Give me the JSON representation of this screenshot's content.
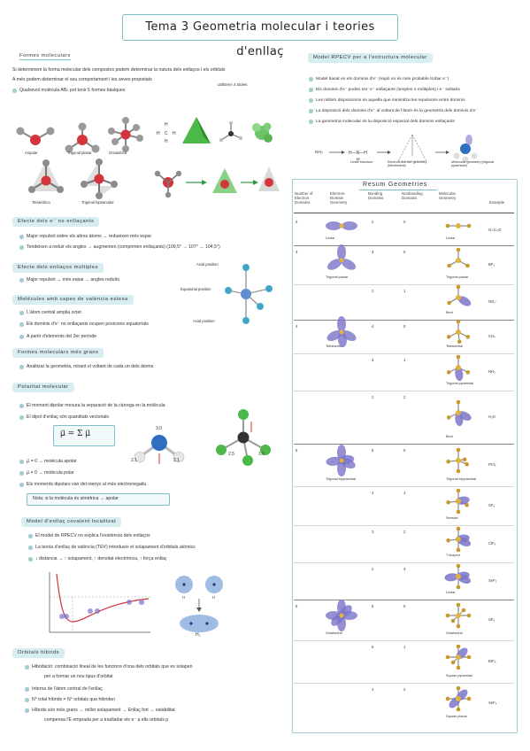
{
  "title": "Tema 3  Geometria molecular i teories d'enllaç",
  "colors": {
    "accent": "#7fbfc6",
    "header_bg": "#d7edf0",
    "highlight_blue": "#3a6fc0",
    "lobe_purple": "#7b74c9",
    "atom_red": "#d4343b",
    "atom_gray": "#8c8c8c"
  },
  "left": {
    "formes": {
      "header": "Formes moleculars",
      "lines": [
        "Si determinem la forma molecular dels compostos podem determinar la natura dels enllaços i els orbitals",
        "A més podem determinar el seu comportament i les seves propietats",
        "Qualsevol molècula ABₙ pot tenir 5 formes bàsiques"
      ],
      "side_note": "utilitzem 4 Boles",
      "labels": [
        "Angular",
        "Trigonal planar",
        "Octaèdrica",
        "Tetraèdrica",
        "Trigonal bipiramidal"
      ]
    },
    "efecte_e": {
      "header": "Efecte dels e⁻ no enllaçants",
      "lines": [
        "Major repulsió sobre els altres àtoms → redueixen més espai",
        "Tendeixen a reduir els angles → augmenten (comprimen enllaçants) (109,5° → 107° → 104,5°)"
      ]
    },
    "efecte_multiples": {
      "header": "Efecte dels enllaços múltiples",
      "lines": [
        "Major repulsió → més espai → angles reduïts"
      ],
      "fig_labels": [
        "Axial position",
        "Equatorial position",
        "Axial position"
      ]
    },
    "capes": {
      "header": "Molècules amb capes de valència estesa",
      "lines": [
        "L'àtom central amplia octet",
        "Els dominis d'e⁻ no enllaçants ocupen posicions equatorials",
        "A partir d'elements del 3er període"
      ]
    },
    "formes_mes": {
      "header": "Formes moleculars més grans",
      "lines": [
        "Analitzar la geometria, mirant el voltant de cada un dels àtoms"
      ]
    },
    "polaritat": {
      "header": "Polaritat molecular",
      "lines": [
        "El moment dipolar mesura la separació de la càrrega en la molècula",
        "El dipol d'enllaç són quantitats vectorials"
      ],
      "formula": "μ⃗ = Σ μ⃗",
      "values": [
        "3.0",
        "2.1",
        "2.1",
        "2.5",
        "3.0"
      ],
      "lines2": [
        "μ⃗ = 0 → molècula apolar",
        "μ⃗ ≠ 0 → molècula polar",
        "Els moments dipolars van del menys al més electronegatiu"
      ],
      "note": "Nota: si la molècula és simètrica → apolar"
    },
    "model_enllac": {
      "header": "Model d'enllaç covalent localitzat",
      "lines": [
        "El model de RPECV no explica l'existència dels enllaços",
        "La teoria d'enllaç de valència (TEV) introdueix el solapament d'orbitals atòmics",
        "↓ distància → ↑ solapament, ↑ densitat electrònica, ↑ força enllaç"
      ],
      "fig_labels": [
        "H₂",
        "H",
        "H"
      ]
    },
    "orbitals": {
      "header": "Orbitals híbrids",
      "lines": [
        "Hibridació: combinació lineal de les funcions d'ona dels orbitals que es solapen",
        "per a formar un nou tipus d'orbital",
        "Interna de l'àtom central de l'enllaç",
        "N° total híbrids = N° orbitals que hibriden",
        "Híbrids són més grans → millor solapament → Enllaç fort → estabilitat",
        "compensa l'E emprada per a traslladar els e⁻ a ells orbitals p"
      ]
    }
  },
  "right": {
    "model_rpecv": {
      "header": "Model RPECV per a l'estructura molecular",
      "lines": [
        "Model basat en els dominis d'e⁻ (regió on és més probable trobar e⁻)",
        "Els dominis d'e⁻ poden ser: e⁻ enllaçants (simples o múltiples) i e⁻ solitaris",
        "Les millors disposicions és aquella que minimitza les repulsions entre dominis",
        "La disposició dels dominis d'e⁻ al voltant de l'àtom és la geometria dels dominis d'e⁻",
        "La geometria molecular és la disposició espacial dels dominis enllaçants"
      ],
      "fig_labels": [
        "NH₃",
        "Lewis structure",
        "Electron-domain geometry (tetrahedral)",
        "Molecular geometry (trigonal pyramidal)"
      ]
    },
    "resum": {
      "header": "Resum Geometries",
      "columns": [
        "Number of Electron Domains",
        "Electron-Domain Geometry",
        "Bonding Domains",
        "Nonbonding Domains",
        "Molecular Geometry",
        "Example"
      ],
      "rows": [
        {
          "n": "2",
          "edg": "Linear",
          "b": "2",
          "nb": "0",
          "mg": "Linear",
          "ex": "O=C=O"
        },
        {
          "n": "3",
          "edg": "Trigonal planar",
          "b": "3",
          "nb": "0",
          "mg": "Trigonal planar",
          "ex": "BF₃"
        },
        {
          "n": "",
          "edg": "",
          "b": "2",
          "nb": "1",
          "mg": "Bent",
          "ex": "NO₂⁻"
        },
        {
          "n": "4",
          "edg": "Tetrahedral",
          "b": "4",
          "nb": "0",
          "mg": "Tetrahedral",
          "ex": "CH₄"
        },
        {
          "n": "",
          "edg": "",
          "b": "3",
          "nb": "1",
          "mg": "Trigonal pyramidal",
          "ex": "NH₃"
        },
        {
          "n": "",
          "edg": "",
          "b": "2",
          "nb": "2",
          "mg": "Bent",
          "ex": "H₂O"
        },
        {
          "n": "5",
          "edg": "Trigonal bipyramidal",
          "b": "5",
          "nb": "0",
          "mg": "Trigonal bipyramidal",
          "ex": "PCl₅"
        },
        {
          "n": "",
          "edg": "",
          "b": "4",
          "nb": "1",
          "mg": "Seesaw",
          "ex": "SF₄"
        },
        {
          "n": "",
          "edg": "",
          "b": "3",
          "nb": "2",
          "mg": "T-shaped",
          "ex": "ClF₃"
        },
        {
          "n": "",
          "edg": "",
          "b": "2",
          "nb": "3",
          "mg": "Linear",
          "ex": "XeF₂"
        },
        {
          "n": "6",
          "edg": "Octahedral",
          "b": "6",
          "nb": "0",
          "mg": "Octahedral",
          "ex": "SF₆"
        },
        {
          "n": "",
          "edg": "",
          "b": "5",
          "nb": "1",
          "mg": "Square pyramidal",
          "ex": "BrF₅"
        },
        {
          "n": "",
          "edg": "",
          "b": "4",
          "nb": "2",
          "mg": "Square planar",
          "ex": "XeF₄"
        }
      ]
    }
  }
}
